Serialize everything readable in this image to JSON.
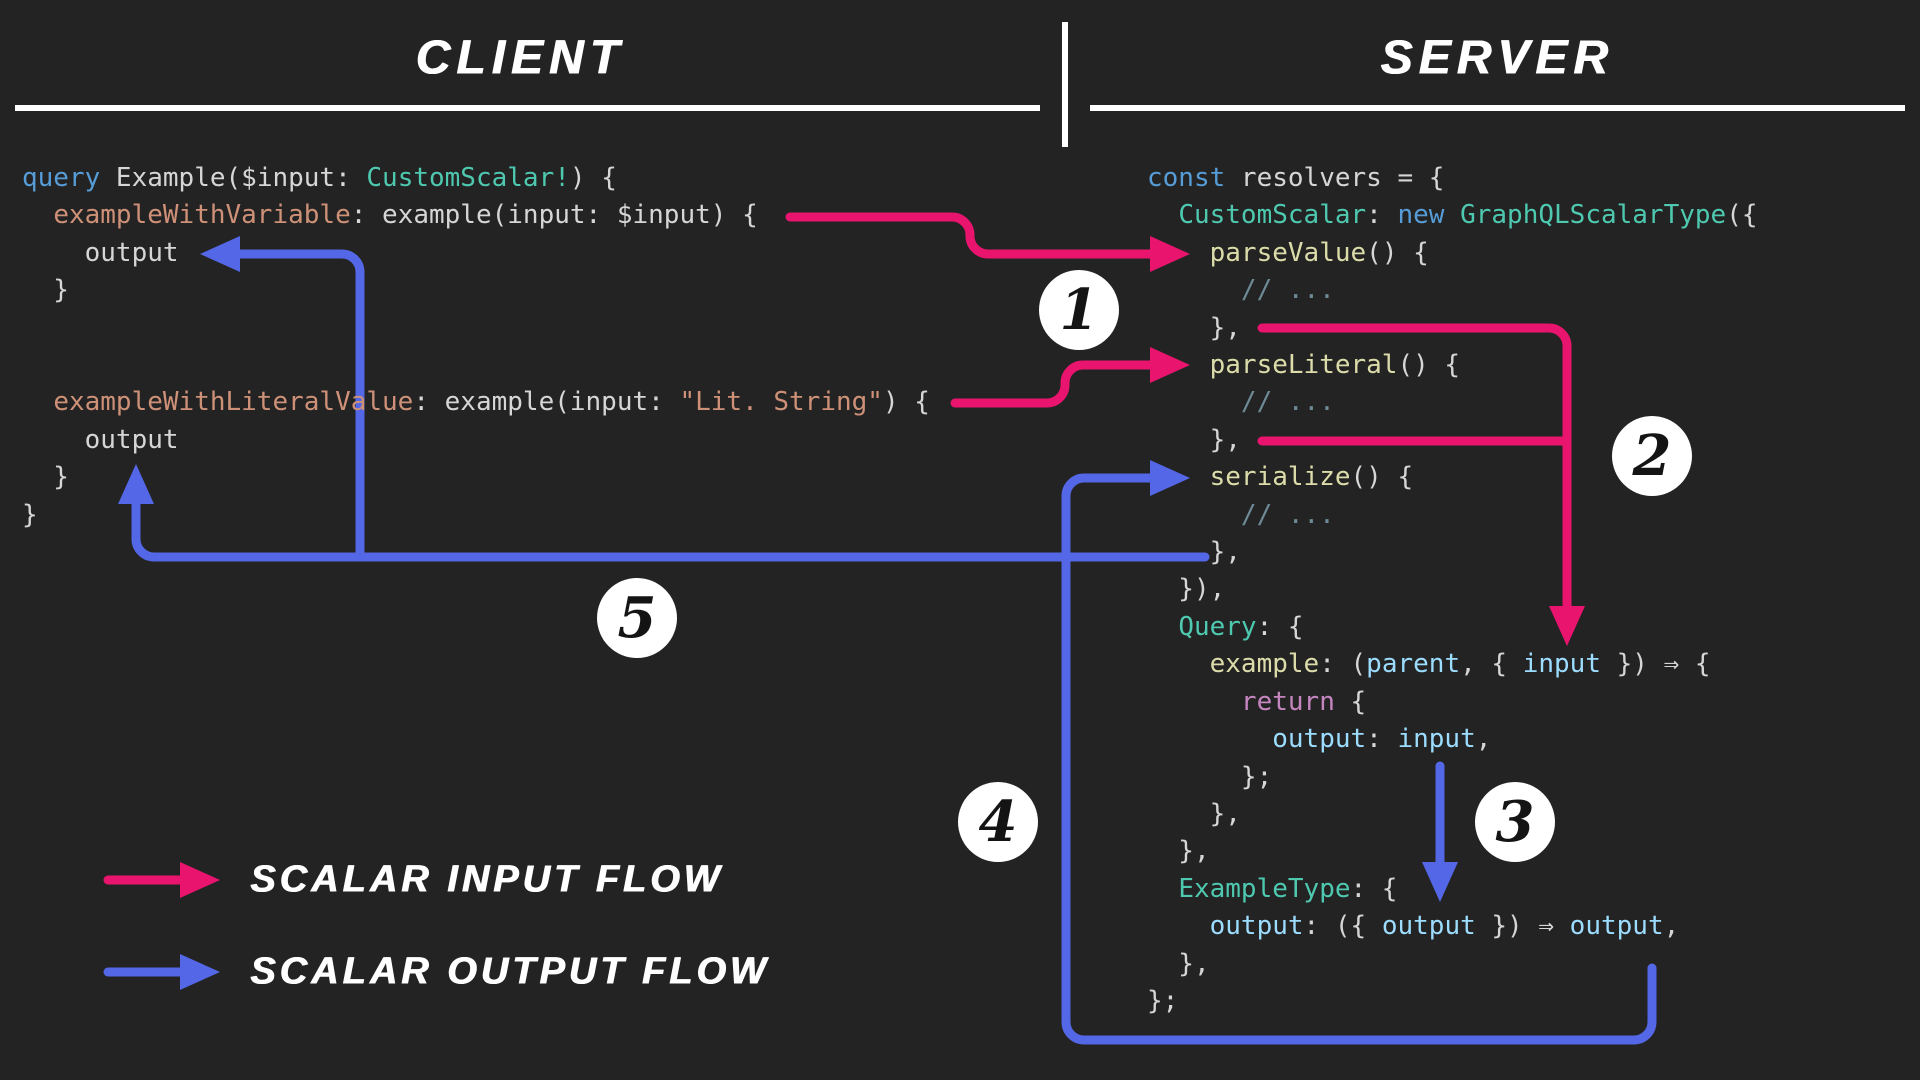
{
  "colors": {
    "background": "#232323",
    "input_flow": "#e9146e",
    "output_flow": "#5467e6"
  },
  "headers": {
    "client": "CLIENT",
    "server": "SERVER"
  },
  "badges": [
    "1",
    "2",
    "3",
    "4",
    "5"
  ],
  "legend": [
    {
      "label": "SCALAR INPUT FLOW"
    },
    {
      "label": "SCALAR OUTPUT FLOW"
    }
  ],
  "code": {
    "client": {
      "lines": [
        [
          {
            "t": "query",
            "c": "kw"
          },
          {
            "t": " Example($input: ",
            "c": "pl"
          },
          {
            "t": "CustomScalar!",
            "c": "type"
          },
          {
            "t": ") {",
            "c": "pl"
          }
        ],
        [
          {
            "t": "  ",
            "c": "pl"
          },
          {
            "t": "exampleWithVariable",
            "c": "str"
          },
          {
            "t": ": example(input: $input) {",
            "c": "pl"
          }
        ],
        [
          {
            "t": "    output",
            "c": "pl"
          }
        ],
        [
          {
            "t": "  }",
            "c": "pl"
          }
        ],
        [],
        [],
        [
          {
            "t": "  ",
            "c": "pl"
          },
          {
            "t": "exampleWithLiteralValue",
            "c": "str"
          },
          {
            "t": ": example(input: ",
            "c": "pl"
          },
          {
            "t": "\"Lit. String\"",
            "c": "str"
          },
          {
            "t": ") {",
            "c": "pl"
          }
        ],
        [
          {
            "t": "    output",
            "c": "pl"
          }
        ],
        [
          {
            "t": "  }",
            "c": "pl"
          }
        ],
        [
          {
            "t": "}",
            "c": "pl"
          }
        ]
      ]
    },
    "server": {
      "lines": [
        [
          {
            "t": "const",
            "c": "kw"
          },
          {
            "t": " resolvers = {",
            "c": "pl"
          }
        ],
        [
          {
            "t": "  ",
            "c": "pl"
          },
          {
            "t": "CustomScalar",
            "c": "type"
          },
          {
            "t": ": ",
            "c": "pl"
          },
          {
            "t": "new",
            "c": "kw"
          },
          {
            "t": " ",
            "c": "pl"
          },
          {
            "t": "GraphQLScalarType",
            "c": "type"
          },
          {
            "t": "({",
            "c": "pl"
          }
        ],
        [
          {
            "t": "    ",
            "c": "pl"
          },
          {
            "t": "parseValue",
            "c": "fn"
          },
          {
            "t": "() {",
            "c": "pl"
          }
        ],
        [
          {
            "t": "      // ...",
            "c": "com"
          }
        ],
        [
          {
            "t": "    },",
            "c": "pl"
          }
        ],
        [
          {
            "t": "    ",
            "c": "pl"
          },
          {
            "t": "parseLiteral",
            "c": "fn"
          },
          {
            "t": "() {",
            "c": "pl"
          }
        ],
        [
          {
            "t": "      // ...",
            "c": "com"
          }
        ],
        [
          {
            "t": "    },",
            "c": "pl"
          }
        ],
        [
          {
            "t": "    ",
            "c": "pl"
          },
          {
            "t": "serialize",
            "c": "fn"
          },
          {
            "t": "() {",
            "c": "pl"
          }
        ],
        [
          {
            "t": "      // ...",
            "c": "com"
          }
        ],
        [
          {
            "t": "    },",
            "c": "pl"
          }
        ],
        [
          {
            "t": "  }),",
            "c": "pl"
          }
        ],
        [
          {
            "t": "  ",
            "c": "pl"
          },
          {
            "t": "Query",
            "c": "type"
          },
          {
            "t": ": {",
            "c": "pl"
          }
        ],
        [
          {
            "t": "    ",
            "c": "pl"
          },
          {
            "t": "example",
            "c": "fn"
          },
          {
            "t": ": (",
            "c": "pl"
          },
          {
            "t": "parent",
            "c": "var"
          },
          {
            "t": ", { ",
            "c": "pl"
          },
          {
            "t": "input",
            "c": "var"
          },
          {
            "t": " }) ⇒ {",
            "c": "pl"
          }
        ],
        [
          {
            "t": "      ",
            "c": "pl"
          },
          {
            "t": "return",
            "c": "ctrl"
          },
          {
            "t": " {",
            "c": "pl"
          }
        ],
        [
          {
            "t": "        ",
            "c": "pl"
          },
          {
            "t": "output",
            "c": "var"
          },
          {
            "t": ": ",
            "c": "pl"
          },
          {
            "t": "input",
            "c": "var"
          },
          {
            "t": ",",
            "c": "pl"
          }
        ],
        [
          {
            "t": "      };",
            "c": "pl"
          }
        ],
        [
          {
            "t": "    },",
            "c": "pl"
          }
        ],
        [
          {
            "t": "  },",
            "c": "pl"
          }
        ],
        [
          {
            "t": "  ",
            "c": "pl"
          },
          {
            "t": "ExampleType",
            "c": "type"
          },
          {
            "t": ": {",
            "c": "pl"
          }
        ],
        [
          {
            "t": "    ",
            "c": "pl"
          },
          {
            "t": "output",
            "c": "var"
          },
          {
            "t": ": ({ ",
            "c": "pl"
          },
          {
            "t": "output",
            "c": "var"
          },
          {
            "t": " }) ⇒ ",
            "c": "pl"
          },
          {
            "t": "output",
            "c": "var"
          },
          {
            "t": ",",
            "c": "pl"
          }
        ],
        [
          {
            "t": "  },",
            "c": "pl"
          }
        ],
        [
          {
            "t": "};",
            "c": "pl"
          }
        ]
      ]
    }
  }
}
